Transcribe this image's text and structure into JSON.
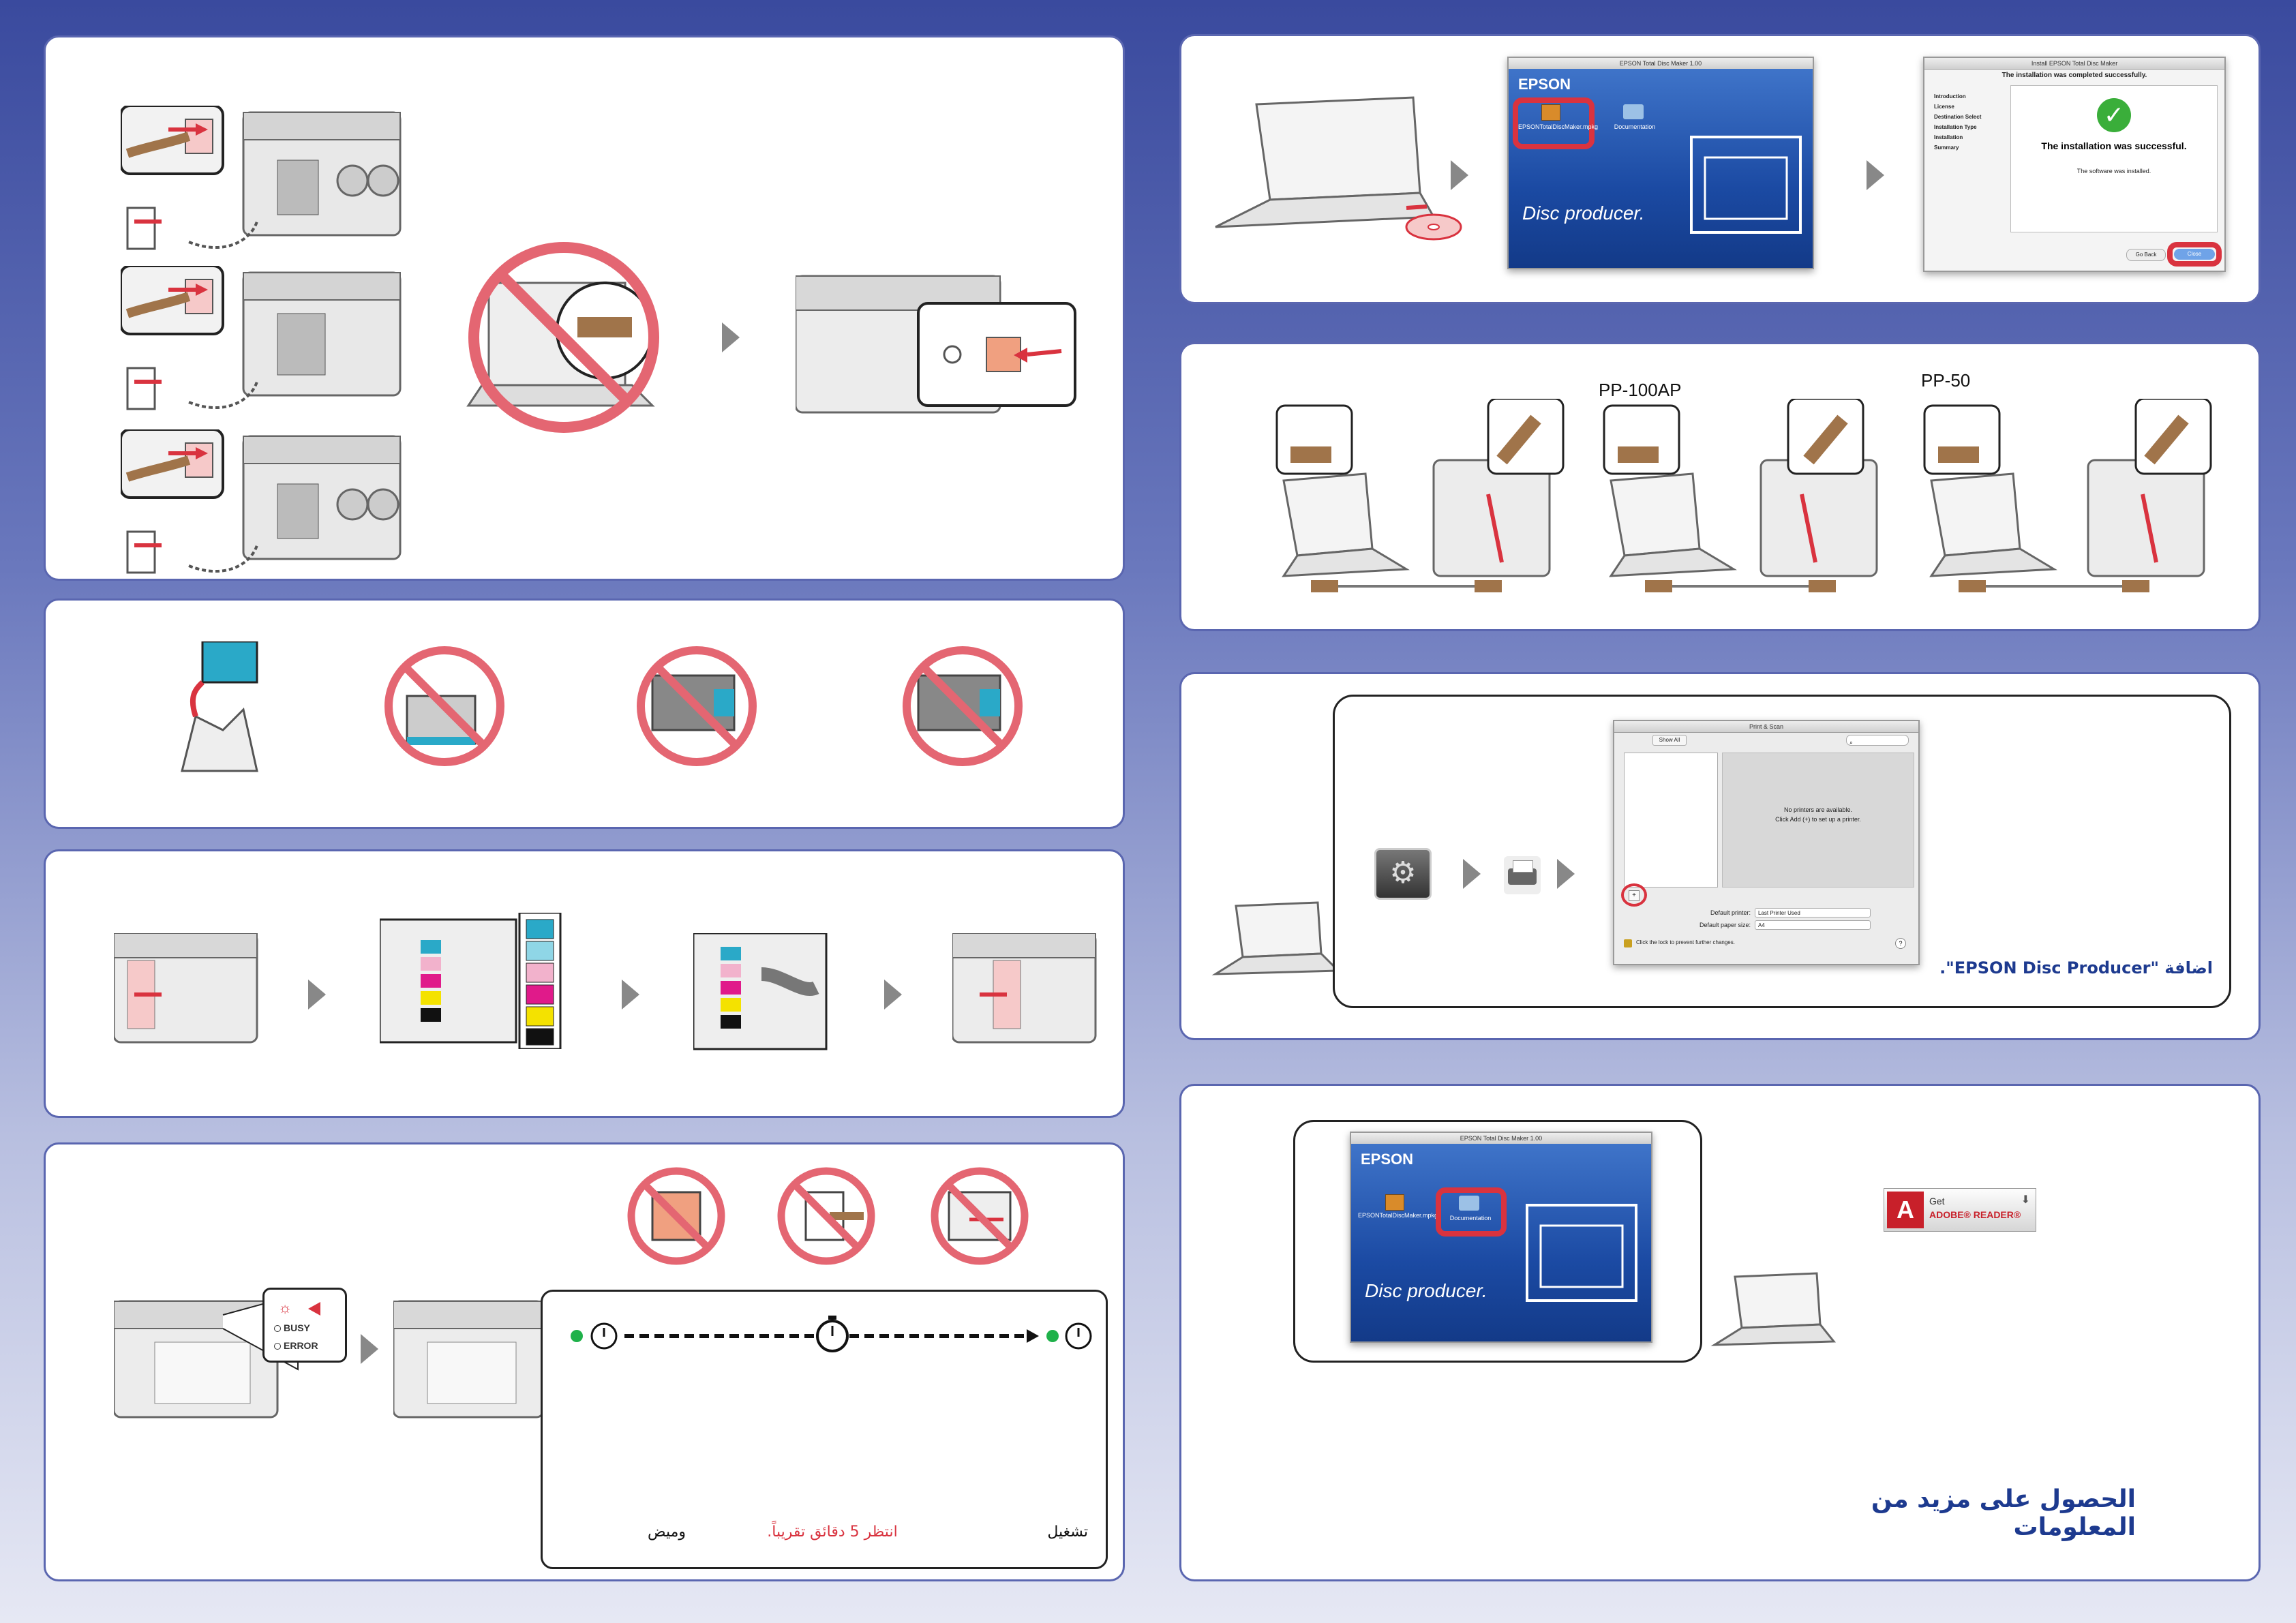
{
  "colors": {
    "accent_red": "#d9333f",
    "frame": "#5a66b0",
    "heading_blue": "#1d3a8f",
    "timer_red": "#d9333f"
  },
  "install_window": {
    "title": "EPSON Total Disc Maker 1.00",
    "brand": "EPSON",
    "package_label": "EPSONTotalDiscMaker.mpkg",
    "folder_label": "Documentation",
    "disc_brand": "Disc producer."
  },
  "install_complete": {
    "title": "Install EPSON Total Disc Maker",
    "banner": "The installation was completed successfully.",
    "steps": [
      "Introduction",
      "License",
      "Destination Select",
      "Installation Type",
      "Installation",
      "Summary"
    ],
    "message": "The installation was successful.",
    "sub": "The software was installed.",
    "back_label": "Go Back",
    "close_label": "Close"
  },
  "models": {
    "model_a": "PP-100AP",
    "model_b": "PP-50"
  },
  "print_scan": {
    "title": "Print & Scan",
    "show_all": "Show All",
    "empty_msg_1": "No printers are available.",
    "empty_msg_2": "Click Add (+) to set up a printer.",
    "default_printer_label": "Default printer:",
    "default_printer_value": "Last Printer Used",
    "paper_size_label": "Default paper size:",
    "paper_size_value": "A4",
    "lock_text": "Click the lock to prevent further changes.",
    "add_symbol": "+",
    "add_caption": "اضافة \"EPSON Disc Producer\"."
  },
  "docs_window": {
    "title": "EPSON Total Disc Maker 1.00",
    "brand": "EPSON",
    "package_label": "EPSONTotalDiscMaker.mpkg",
    "folder_label": "Documentation",
    "disc_brand": "Disc producer."
  },
  "adobe": {
    "get": "Get",
    "brand": "ADOBE® READER®"
  },
  "more_info_heading": "الحصول على مزيد من المعلومات",
  "status": {
    "busy": "BUSY",
    "error": "ERROR",
    "blink_label": "وميض",
    "wait_label": "انتظر 5 دقائق تقريباً.",
    "on_label": "تشغيل"
  }
}
